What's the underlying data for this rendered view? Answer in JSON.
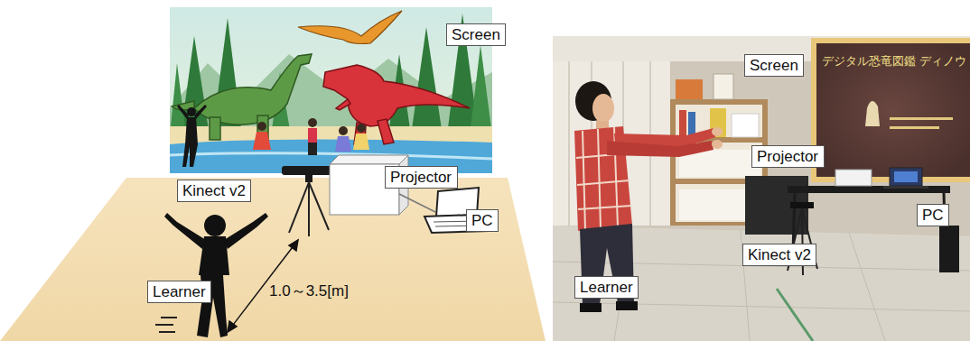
{
  "diagram": {
    "nodes": [
      {
        "text": [
          "Screen"
        ]
      },
      {
        "text": [
          "Kinect v2"
        ]
      },
      {
        "text": [
          "Projector"
        ]
      },
      {
        "text": [
          "PC"
        ]
      },
      {
        "text": [
          "Learner"
        ]
      },
      {
        "text": [
          "Screen"
        ]
      },
      {
        "text": [
          "Projector"
        ]
      },
      {
        "text": [
          "PC"
        ]
      },
      {
        "text": [
          "Kinect v2"
        ]
      },
      {
        "text": [
          "Learner"
        ]
      }
    ],
    "labels": [
      "1.0～3.5[m]",
      "デジタル恐竜図鑑 ディノウ"
    ]
  }
}
